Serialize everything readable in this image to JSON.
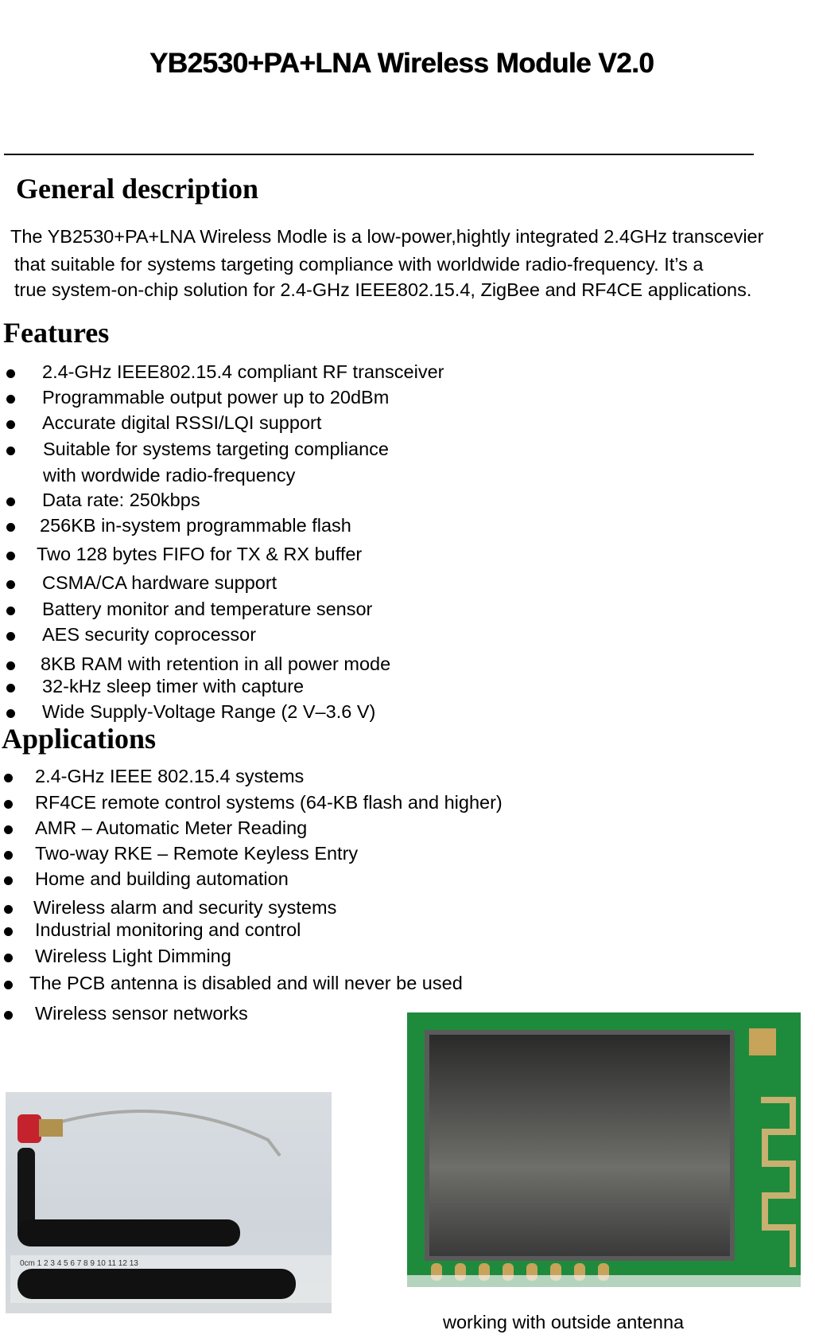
{
  "title": "YB2530+PA+LNA Wireless Module V2.0",
  "general": {
    "heading": "General description",
    "lines": [
      "The YB2530+PA+LNA Wireless Modle is a low-power,hightly integrated 2.4GHz transcevier",
      "that suitable for systems targeting compliance with worldwide radio-frequency. It’s a",
      "true system-on-chip solution for 2.4-GHz IEEE802.15.4, ZigBee and RF4CE applications."
    ]
  },
  "features": {
    "heading": "Features",
    "items": [
      "2.4-GHz IEEE802.15.4 compliant RF transceiver",
      "Programmable output power up to 20dBm",
      "Accurate digital RSSI/LQI support",
      "Suitable for systems targeting compliance",
      "with wordwide radio-frequency",
      "Data rate: 250kbps",
      "256KB in-system programmable flash",
      "Two 128 bytes FIFO for TX & RX buffer",
      "CSMA/CA hardware support",
      "Battery monitor and temperature sensor",
      "AES security coprocessor",
      "8KB RAM with retention in all power mode",
      "32-kHz sleep timer with capture",
      "Wide Supply-Voltage Range (2 V–3.6 V)"
    ]
  },
  "applications": {
    "heading": "Applications",
    "items": [
      "2.4-GHz IEEE 802.15.4 systems",
      "RF4CE remote control systems (64-KB flash and higher)",
      "AMR – Automatic Meter Reading",
      "Two-way RKE – Remote Keyless Entry",
      "Home and building automation",
      "Wireless alarm and security systems",
      "Industrial monitoring and control",
      "Wireless Light Dimming",
      "The PCB antenna is disabled and will never be used",
      "Wireless sensor networks"
    ]
  },
  "caption": "working with outside antenna"
}
